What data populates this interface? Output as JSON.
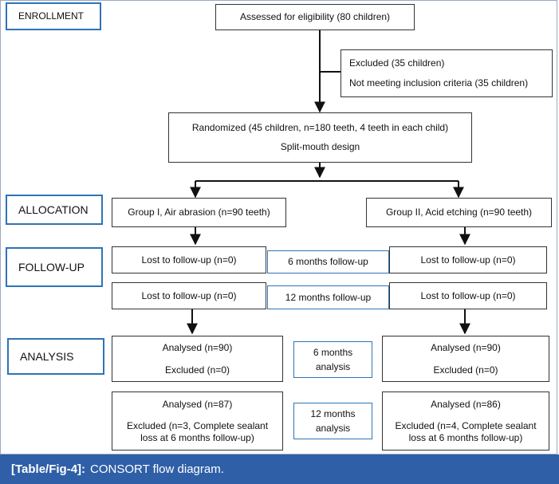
{
  "stages": {
    "enrollment": "ENROLLMENT",
    "allocation": "ALLOCATION",
    "follow_up": "FOLLOW-UP",
    "analysis": "ANALYSIS"
  },
  "eligibility": "Assessed for eligibility (80 children)",
  "excluded": {
    "title": "Excluded (35 children)",
    "reason": "Not meeting inclusion criteria (35 children)"
  },
  "randomized": {
    "line1": "Randomized (45 children, n=180 teeth, 4 teeth in each child)",
    "line2": "Split-mouth design"
  },
  "groups": {
    "g1": "Group I, Air abrasion (n=90 teeth)",
    "g2": "Group II, Acid etching (n=90 teeth)"
  },
  "followup": {
    "six_left": "Lost to follow-up (n=0)",
    "six_mid": "6 months follow-up",
    "six_right": "Lost to follow-up (n=0)",
    "twelve_left": "Lost to follow-up (n=0)",
    "twelve_mid": "12 months follow-up",
    "twelve_right": "Lost to follow-up (n=0)"
  },
  "analysis": {
    "six_left": {
      "analysed": "Analysed (n=90)",
      "excluded": "Excluded (n=0)"
    },
    "six_mid": {
      "line1": "6 months",
      "line2": "analysis"
    },
    "six_right": {
      "analysed": "Analysed (n=90)",
      "excluded": "Excluded (n=0)"
    },
    "twelve_left": {
      "analysed": "Analysed (n=87)",
      "excluded1": "Excluded (n=3, Complete sealant",
      "excluded2": "loss at 6 months follow-up)"
    },
    "twelve_mid": {
      "line1": "12 months",
      "line2": "analysis"
    },
    "twelve_right": {
      "analysed": "Analysed (n=86)",
      "excluded1": "Excluded (n=4, Complete sealant",
      "excluded2": "loss at 6 months follow-up)"
    }
  },
  "caption": {
    "tag": "[Table/Fig-4]:",
    "text": "CONSORT flow diagram."
  },
  "colors": {
    "stage_border": "#2e74b5",
    "caption_bg": "#2f5fa7",
    "box_border": "#333333"
  }
}
